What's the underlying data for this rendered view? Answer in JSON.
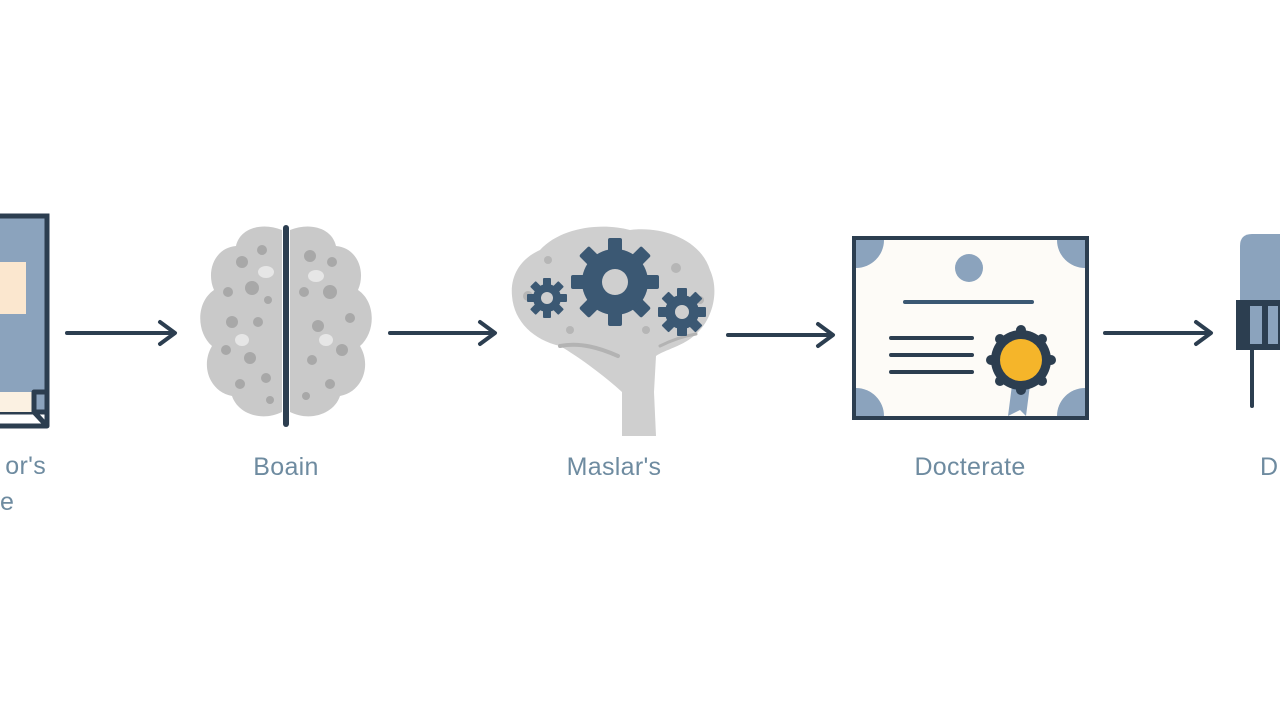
{
  "steps": [
    {
      "id": "bachelors",
      "label_line1": "or's",
      "label_line2": "e",
      "icon": "book-icon"
    },
    {
      "id": "brain",
      "label": "Boain",
      "icon": "brain-icon"
    },
    {
      "id": "masters",
      "label": "Maslar's",
      "icon": "brain-gears-icon"
    },
    {
      "id": "doctorate",
      "label": "Docterate",
      "icon": "certificate-icon"
    },
    {
      "id": "next",
      "label": "D",
      "icon": "podium-icon"
    }
  ],
  "colors": {
    "navy": "#2c3e50",
    "slate": "#8ba3bd",
    "brain_gray": "#c9c9c9",
    "gear_blue": "#3b5873",
    "seal_gold": "#f5b52a",
    "label_blue": "#6e8ba0",
    "cream": "#fbf1e2"
  }
}
